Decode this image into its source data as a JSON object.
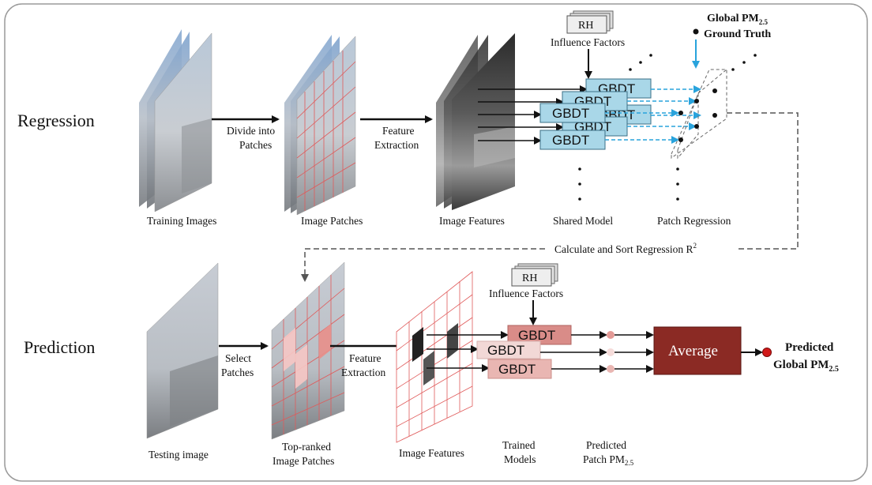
{
  "row_labels": {
    "regression": "Regression",
    "prediction": "Prediction"
  },
  "regression": {
    "training_images": "Training Images",
    "divide_line1": "Divide into",
    "divide_line2": "Patches",
    "image_patches": "Image Patches",
    "feature_line1": "Feature",
    "feature_line2": "Extraction",
    "image_features": "Image Features",
    "rh": "RH",
    "influence_factors": "Influence Factors",
    "gbdt": "GBDT",
    "shared_model": "Shared Model",
    "patch_regression": "Patch Regression",
    "global_pm_line1": "Global PM",
    "global_pm_sub": "2.5",
    "global_pm_line2": "Ground Truth",
    "calculate_sort": "Calculate and Sort Regression R",
    "calculate_sup": "2"
  },
  "prediction": {
    "testing_image": "Testing image",
    "select_line1": "Select",
    "select_line2": "Patches",
    "top_ranked_line1": "Top-ranked",
    "top_ranked_line2": "Image Patches",
    "feature_line1": "Feature",
    "feature_line2": "Extraction",
    "image_features": "Image Features",
    "rh": "RH",
    "influence_factors": "Influence Factors",
    "gbdt": "GBDT",
    "trained_line1": "Trained",
    "trained_line2": "Models",
    "predicted_line1": "Predicted",
    "predicted_line2": "Patch PM",
    "predicted_sub": "2.5",
    "average": "Average",
    "result_line1": "Predicted",
    "result_line2": "Global PM",
    "result_sub": "2.5"
  },
  "colors": {
    "gbdt_fill": "#a9d7e8",
    "gbdt_stroke": "#3a6f86",
    "arrow_blue": "#29a3dc",
    "average_fill": "#8b2a24",
    "gbdt_pred_dark": "#d98c88",
    "gbdt_pred_mid": "#f2d8d6",
    "gbdt_pred_light": "#e9b6b2",
    "result_dot": "#d11a1a",
    "grid_red": "#e05a5a"
  }
}
